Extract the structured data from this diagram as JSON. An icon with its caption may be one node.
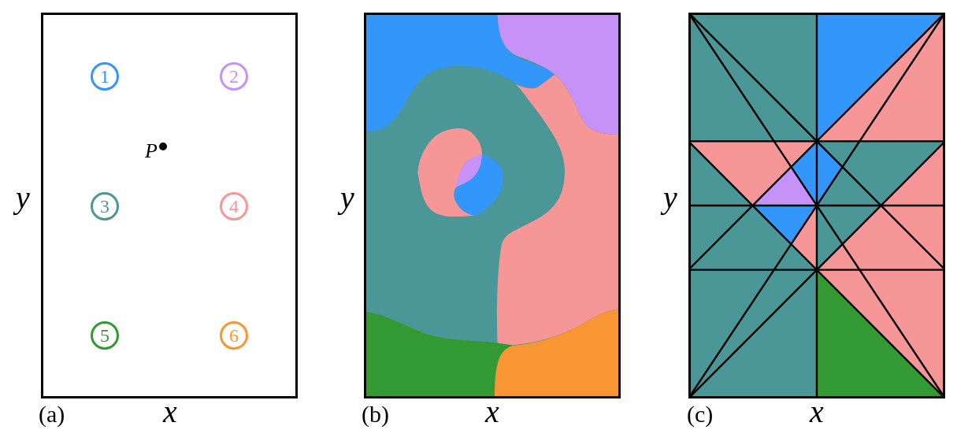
{
  "diagram": {
    "nodes": [
      {
        "text": [
          "1"
        ]
      },
      {
        "text": [
          "2"
        ]
      },
      {
        "text": [
          "3"
        ]
      },
      {
        "text": [
          "4"
        ]
      },
      {
        "text": [
          "5"
        ]
      },
      {
        "text": [
          "6"
        ]
      }
    ],
    "labels": [
      "P",
      "y",
      "(a)",
      "x",
      "y",
      "(b)",
      "x",
      "y",
      "(c)",
      "x"
    ]
  }
}
